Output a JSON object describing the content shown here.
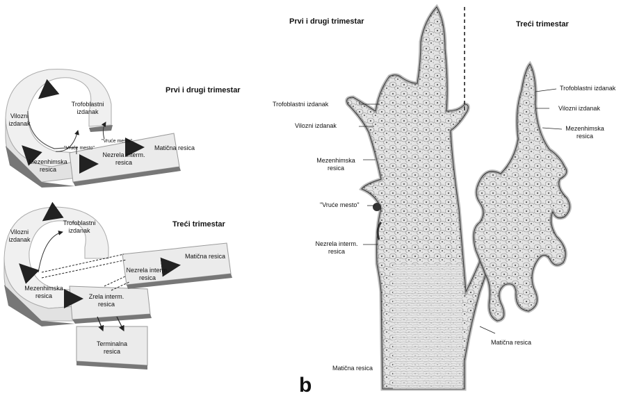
{
  "left_panel": {
    "top": {
      "title": "Prvi i drugi trimestar",
      "vilozni": [
        "Vilozni",
        "izdanak"
      ],
      "trofoblastni": [
        "Trofoblastni",
        "izdanak"
      ],
      "hot1": "\"Vruće mesto\"",
      "hot2": "\"Vruće mesto\"",
      "nezrela": [
        "Nezrela interm.",
        "resica"
      ],
      "maticna": "Matična resica",
      "mezenhimska": [
        "Mezenhimska",
        "resica"
      ]
    },
    "bottom": {
      "title": "Treći trimestar",
      "vilozni": [
        "Vilozni",
        "izdanak"
      ],
      "trofoblastni": [
        "Trofoblastni",
        "izdanak"
      ],
      "nezrela": [
        "Nezrela interm.",
        "resica"
      ],
      "maticna": "Matična resica",
      "mezenhimska": [
        "Mezenhimska",
        "resica"
      ],
      "zrela": [
        "Zrela interm.",
        "resica"
      ],
      "terminalna": [
        "Terminalna",
        "resica"
      ]
    }
  },
  "right_panel": {
    "title_left": "Prvi i drugi trimestar",
    "title_right": "Treći trimestar",
    "left_labels": {
      "trofoblastni": "Trofoblastni izdanak",
      "vilozni": "Vilozni izdanak",
      "mezenhimska": [
        "Mezenhimska",
        "resica"
      ],
      "hot": "\"Vruće mesto\"",
      "nezrela": [
        "Nezrela interm.",
        "resica"
      ],
      "maticna": "Matična resica"
    },
    "right_labels": {
      "trofoblastni": "Trofoblastni izdanak",
      "vilozni": "Vilozni izdanak",
      "mezenhimska": [
        "Mezenhimska",
        "resica"
      ],
      "maticna": "Matična resica"
    },
    "panel_letter": "b"
  }
}
